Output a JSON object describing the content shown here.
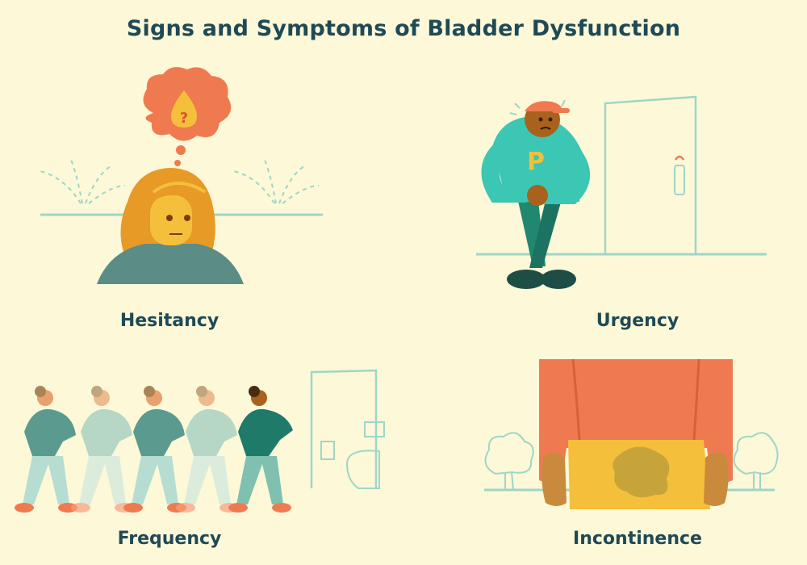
{
  "title": "Signs and Symptoms of Bladder Dysfunction",
  "panels": {
    "hesitancy": {
      "label": "Hesitancy"
    },
    "urgency": {
      "label": "Urgency",
      "shirt_letter": "P"
    },
    "frequency": {
      "label": "Frequency"
    },
    "incontinence": {
      "label": "Incontinence"
    }
  },
  "icons": {
    "thought_bubble": "question-drop-icon"
  },
  "colors": {
    "background": "#fcf8d8",
    "heading": "#1f4a55",
    "accent_orange": "#f07a4f",
    "line_mint": "#9fd6c6",
    "skin": "#f4c03b",
    "hair": "#e89a27"
  }
}
